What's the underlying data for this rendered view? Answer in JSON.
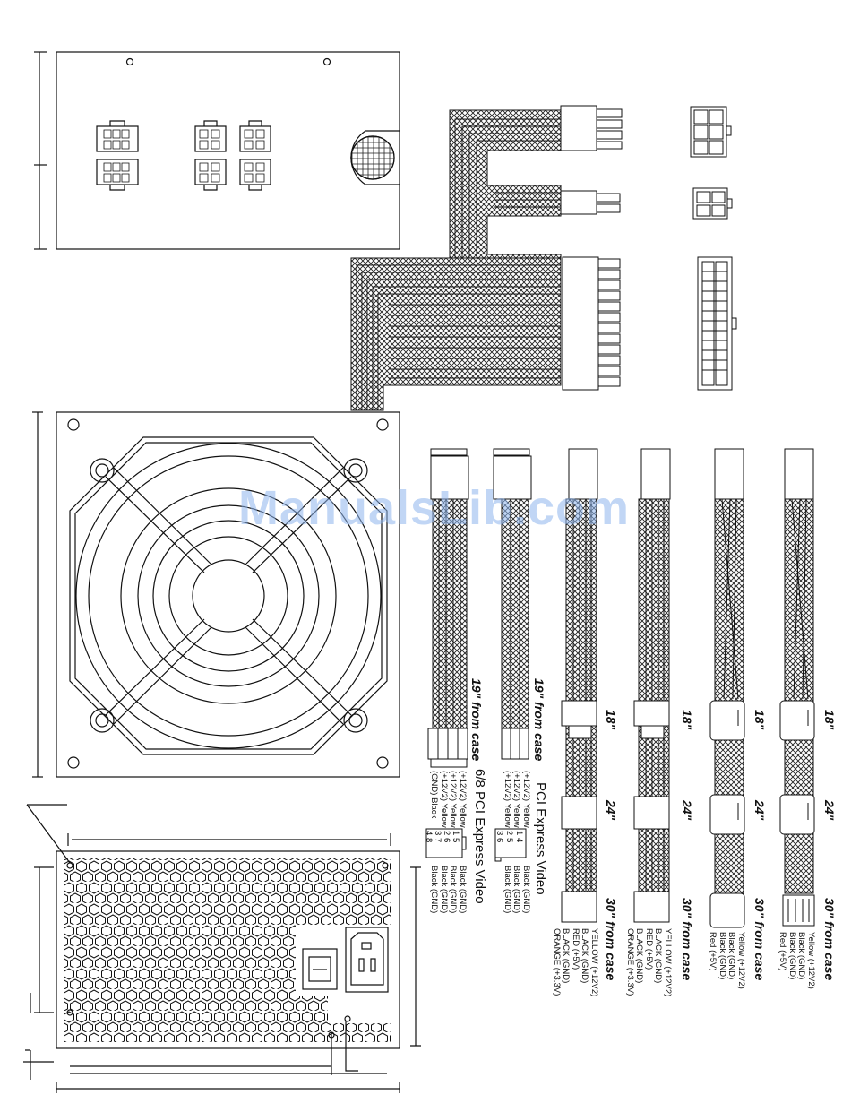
{
  "watermark": "ManualsLib.com",
  "pcie": [
    {
      "length": "19\" from case",
      "title": "6/8 PCI Express Video",
      "pins_top": [
        "1",
        "5",
        "2",
        "6",
        "3",
        "7",
        "4",
        "8"
      ],
      "left_lines": [
        "(+12V2) Yellow",
        "(+12V2) Yellow",
        "(+12V2) Yellow",
        "(GND) Black"
      ],
      "right_lines": [
        "Black (GND)",
        "Black (GND)",
        "Black (GND)",
        "Black (GND)"
      ]
    },
    {
      "length": "19\" from case",
      "title": "PCI Express Video",
      "pins": [
        "1",
        "4",
        "2",
        "5",
        "3",
        "6"
      ],
      "left_lines": [
        "(+12V2) Yellow",
        "(+12V2) Yellow",
        "(+12V2) Yellow"
      ],
      "right_lines": [
        "Black (GND)",
        "Black (GND)",
        "Black (GND)"
      ]
    }
  ],
  "peripheral": [
    {
      "len1": "18\"",
      "len2": "24\"",
      "len3": "30\" from case",
      "lines": [
        "YELLOW (+12V2)",
        "BLACK (GND)",
        "RED (+5V)",
        "BLACK (GND)",
        "ORANGE (+3.3V)"
      ]
    },
    {
      "len1": "18\"",
      "len2": "24\"",
      "len3": "30\" from case",
      "lines": [
        "YELLOW (+12V2)",
        "BLACK (GND)",
        "RED (+5V)",
        "BLACK (GND)",
        "ORANGE (+3.3V)"
      ]
    },
    {
      "len1": "18\"",
      "len2": "24\"",
      "len3": "30\" from case",
      "lines": [
        "Yellow (+12V2)",
        "Black (GND)",
        "Black (GND)",
        "Red (+5V)"
      ]
    },
    {
      "len1": "18\"",
      "len2": "24\"",
      "len3": "30\" from case",
      "lines": [
        "Yellow (+12V2)",
        "Black (GND)",
        "Black (GND)",
        "Red (+5V)"
      ]
    }
  ]
}
